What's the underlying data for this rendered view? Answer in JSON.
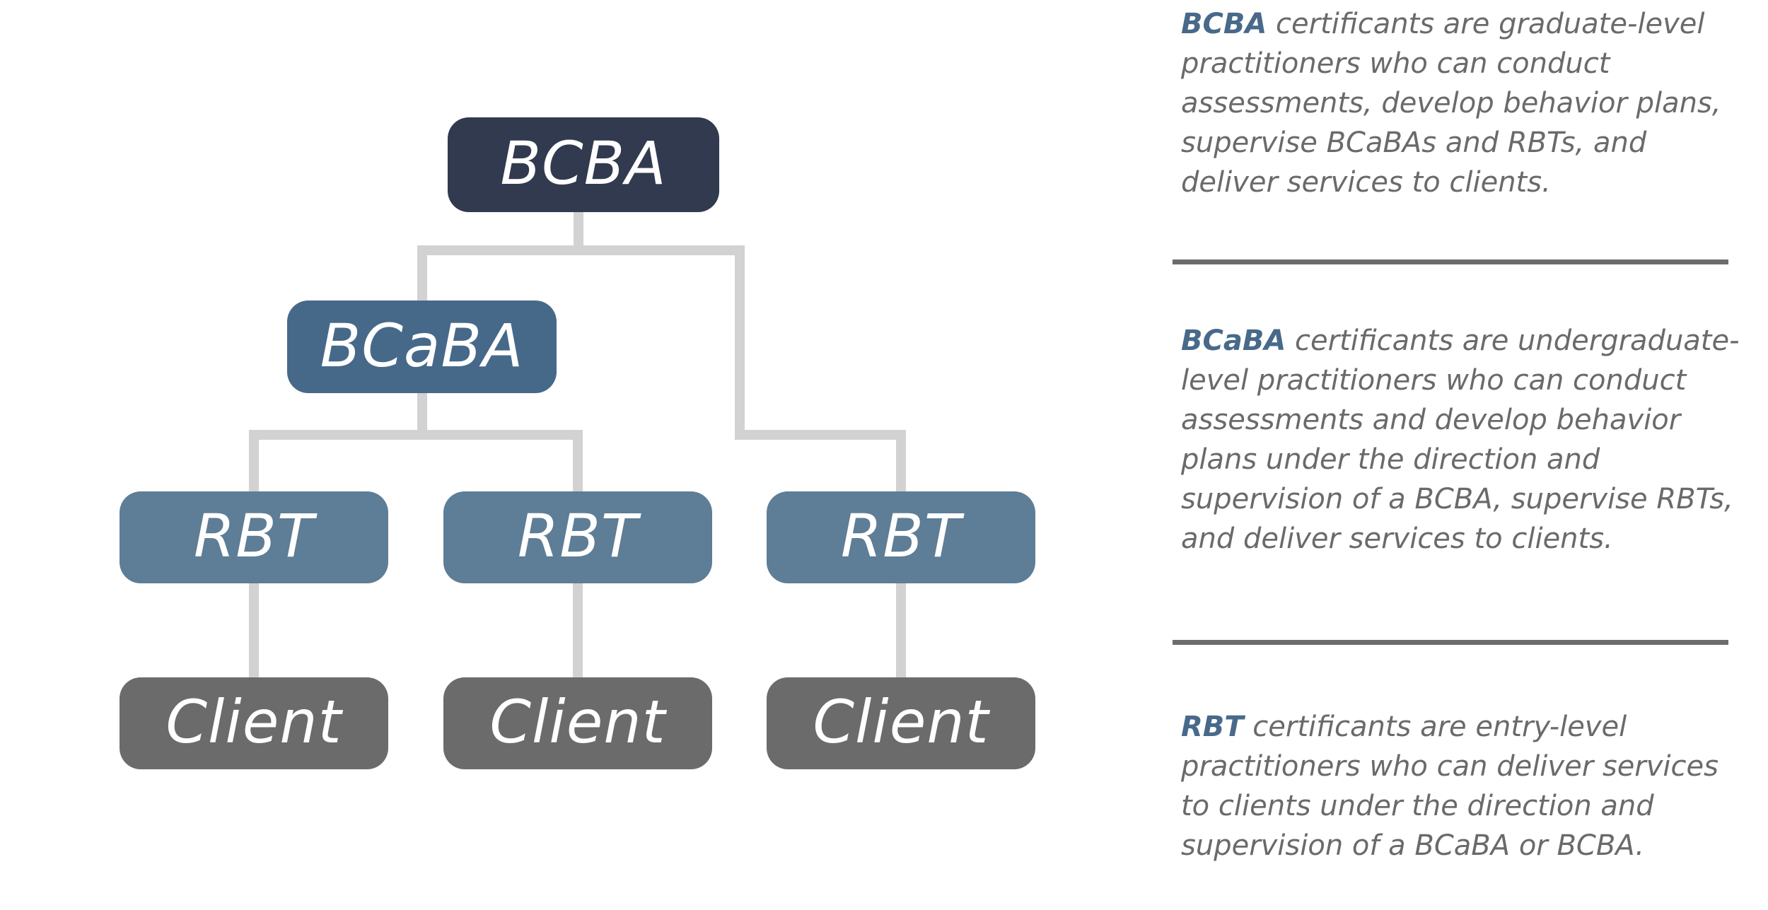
{
  "diagram": {
    "nodes": {
      "bcba": "BCBA",
      "bcaba": "BCaBA",
      "rbt_1": "RBT",
      "rbt_2": "RBT",
      "rbt_3": "RBT",
      "client_1": "Client",
      "client_2": "Client",
      "client_3": "Client"
    },
    "colors": {
      "bcba": "#313a4e",
      "bcaba": "#46698a",
      "rbt": "#5e7d96",
      "client": "#6b6b6b",
      "connector": "#d2d2d2"
    },
    "edges": [
      [
        "bcba",
        "bcaba"
      ],
      [
        "bcba",
        "rbt_3"
      ],
      [
        "bcaba",
        "rbt_1"
      ],
      [
        "bcaba",
        "rbt_2"
      ],
      [
        "rbt_1",
        "client_1"
      ],
      [
        "rbt_2",
        "client_2"
      ],
      [
        "rbt_3",
        "client_3"
      ]
    ]
  },
  "descriptions": {
    "bcba": {
      "term": "BCBA",
      "text": " certificants are graduate-level practitioners who can conduct assessments, develop behavior plans, supervise BCaBAs and RBTs, and deliver services to clients."
    },
    "bcaba": {
      "term": "BCaBA",
      "text": " certificants are undergraduate-level practitioners who can conduct assessments and develop behavior plans under the direction and supervision of a BCBA, supervise RBTs, and deliver services to clients."
    },
    "rbt": {
      "term": "RBT",
      "text": " certificants are entry-level practitioners who can deliver services to clients under the direction and supervision of a BCaBA or BCBA."
    },
    "colors": {
      "term": "#48698a",
      "body": "#6a6a6a",
      "divider": "#6c6c6c"
    }
  }
}
